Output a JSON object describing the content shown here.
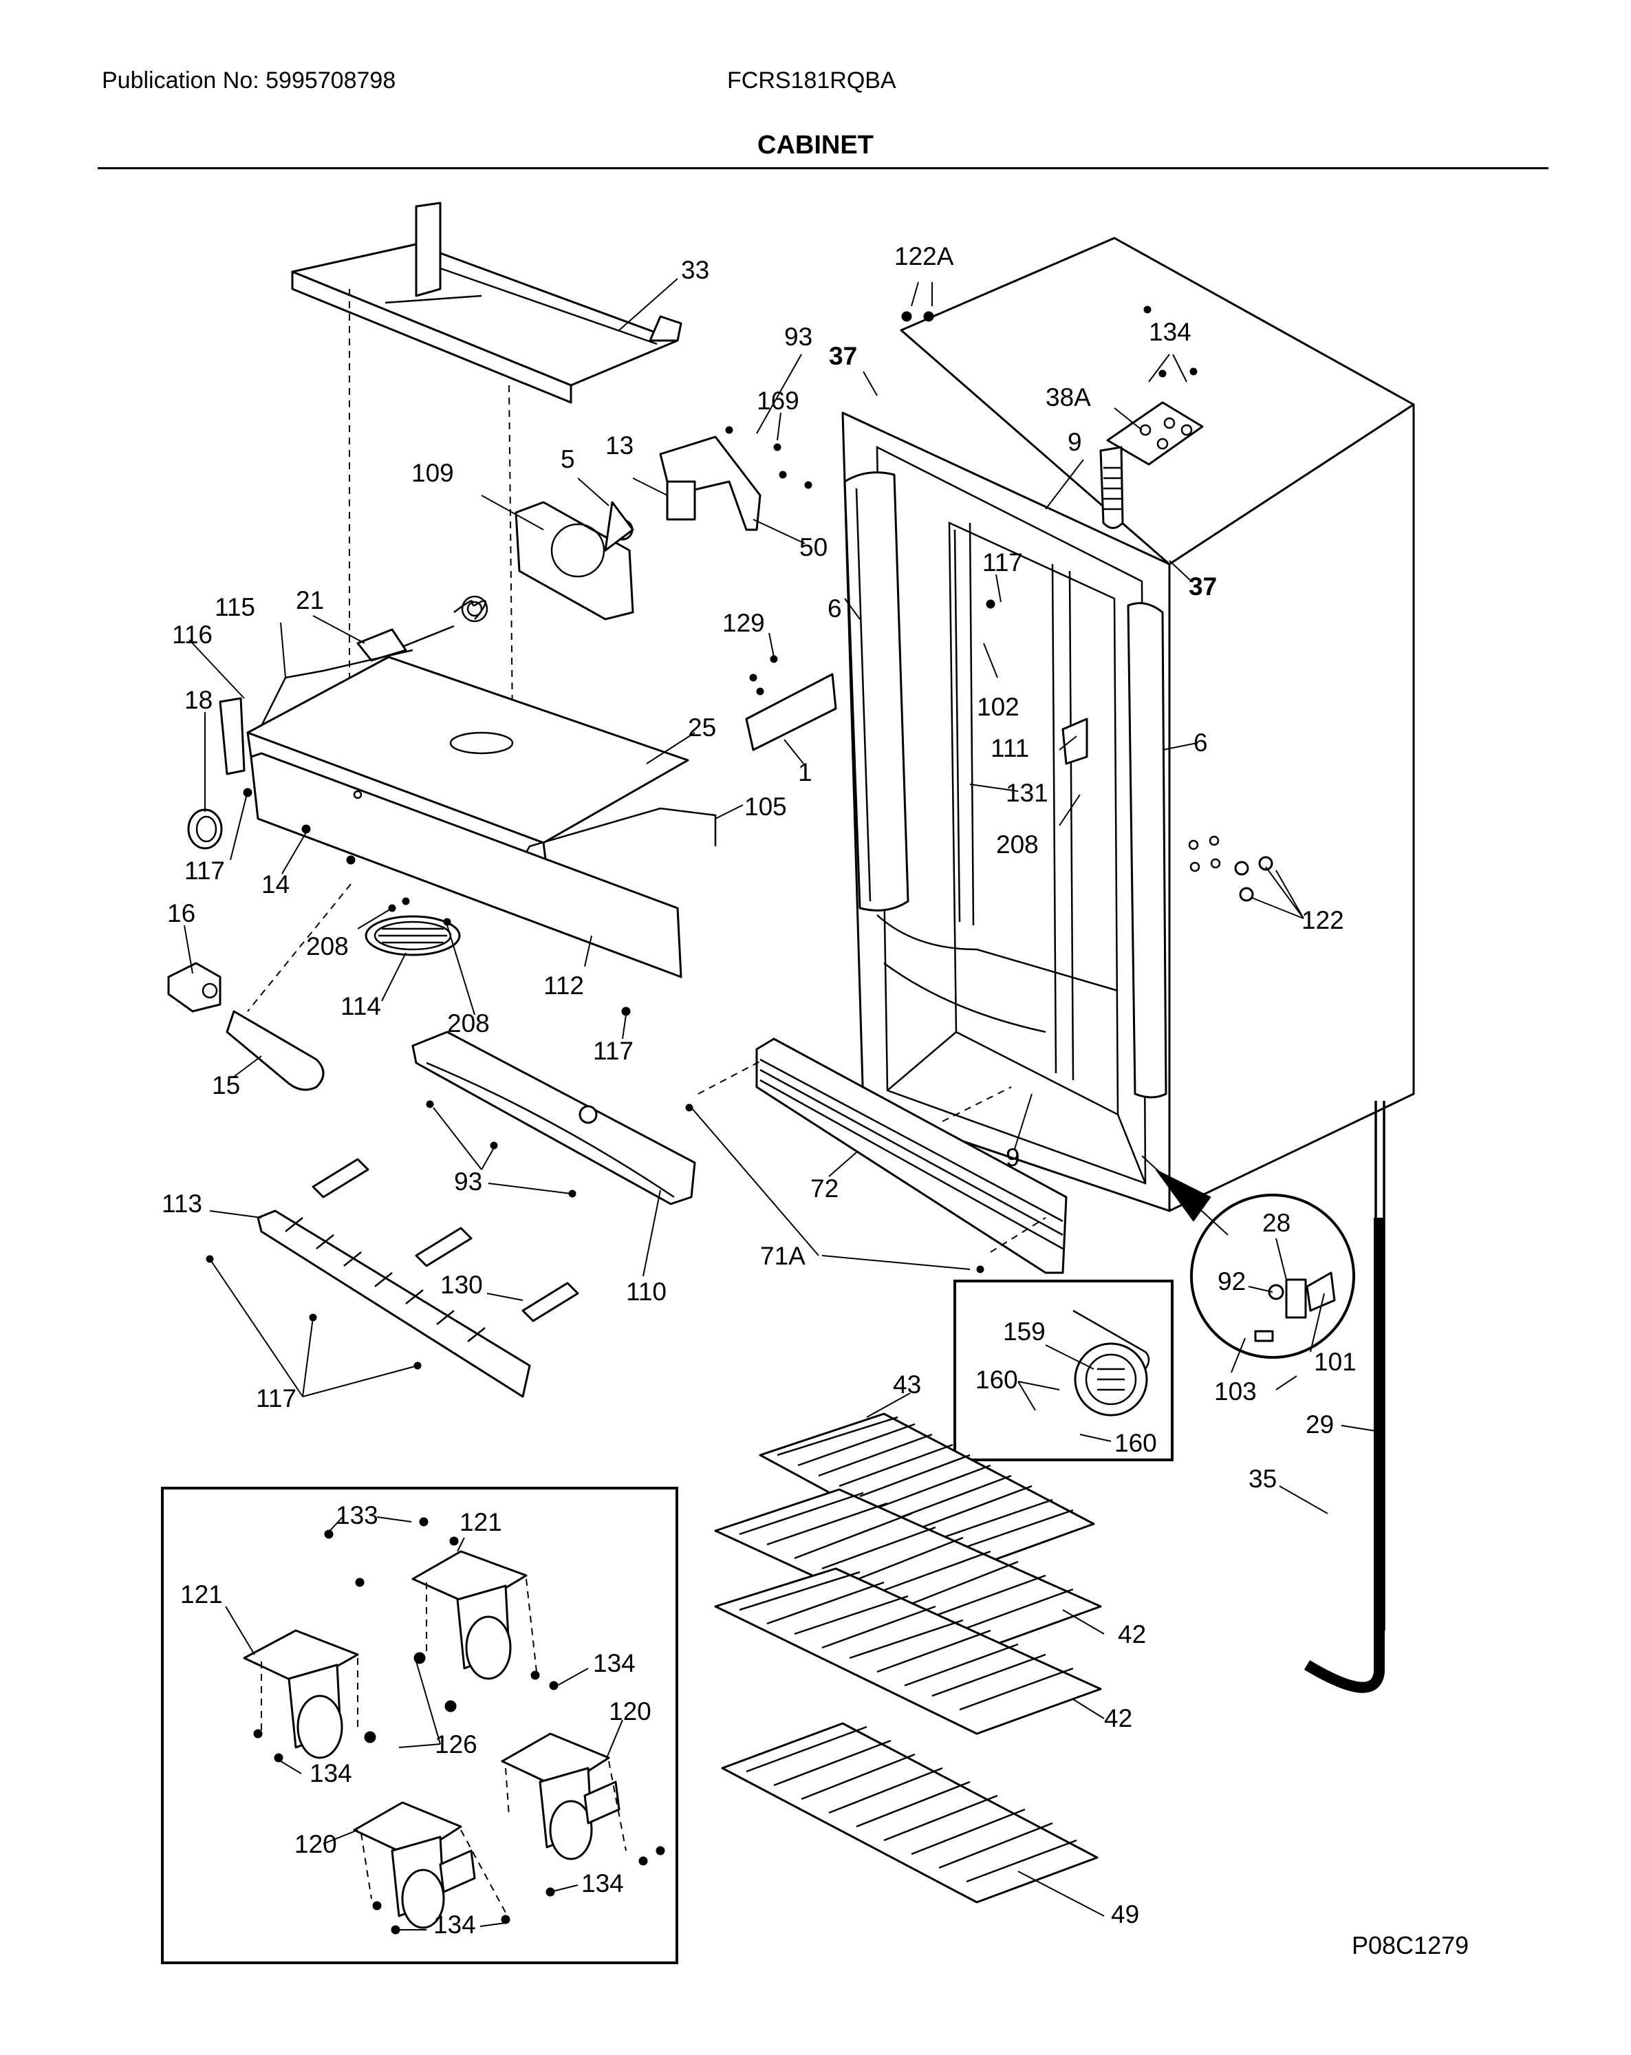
{
  "header": {
    "publication": "Publication No: 5995708798",
    "model": "FCRS181RQBA",
    "section_title": "CABINET",
    "figure_code": "P08C1279"
  },
  "callouts": {
    "c33": "33",
    "c93a": "93",
    "c169": "169",
    "c109": "109",
    "c5": "5",
    "c13": "13",
    "c50": "50",
    "c122a": "122A",
    "c37a": "37",
    "c37b": "37",
    "c134a": "134",
    "c38a": "38A",
    "c9a": "9",
    "c115": "115",
    "c21": "21",
    "c116": "116",
    "c18": "18",
    "c25": "25",
    "c6a": "6",
    "c117a": "117",
    "c129": "129",
    "c102": "102",
    "c111": "111",
    "c6b": "6",
    "c1": "1",
    "c105": "105",
    "c131": "131",
    "c208a": "208",
    "c122": "122",
    "c117b": "117",
    "c14": "14",
    "c16": "16",
    "c208b": "208",
    "c114": "114",
    "c208c": "208",
    "c112": "112",
    "c117c": "117",
    "c15": "15",
    "c93b": "93",
    "c9b": "9",
    "c72": "72",
    "c113": "113",
    "c110": "110",
    "c130": "130",
    "c71a": "71A",
    "c28": "28",
    "c92": "92",
    "c101": "101",
    "c103": "103",
    "c159": "159",
    "c160a": "160",
    "c160b": "160",
    "c117d": "117",
    "c43": "43",
    "c29": "29",
    "c35": "35",
    "c133": "133",
    "c121a": "121",
    "c121b": "121",
    "c42a": "42",
    "c134b": "134",
    "c42b": "42",
    "c120a": "120",
    "c126": "126",
    "c134c": "134",
    "c120b": "120",
    "c134d": "134",
    "c134e": "134",
    "c49": "49"
  }
}
